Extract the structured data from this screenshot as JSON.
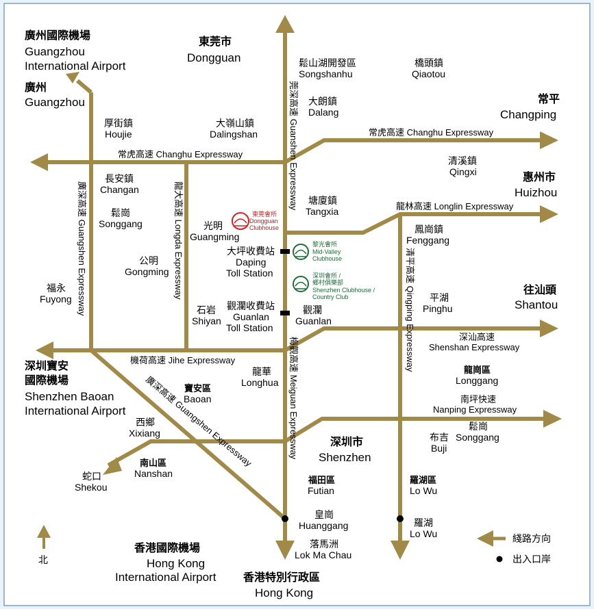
{
  "colors": {
    "road": "#a18a47",
    "background": "#ffffff",
    "frame": "#eaf3fb",
    "border": "#7fa0bd",
    "club_red": "#d42020",
    "club_green": "#1e6b3a"
  },
  "major_places": {
    "gz_airport": {
      "zh": "廣州國際機場",
      "en1": "Guangzhou",
      "en2": "International Airport"
    },
    "guangzhou": {
      "zh": "廣州",
      "en": "Guangzhou"
    },
    "dongguan": {
      "zh": "東莞市",
      "en": "Dongguan"
    },
    "changping": {
      "zh": "常平",
      "en": "Changping"
    },
    "huizhou": {
      "zh": "惠州市",
      "en": "Huizhou"
    },
    "shantou": {
      "zh": "往汕頭",
      "en": "Shantou"
    },
    "sz_airport": {
      "zh": "深圳寶安",
      "zh2": "國際機場",
      "en1": "Shenzhen Baoan",
      "en2": "International Airport"
    },
    "shenzhen": {
      "zh": "深圳市",
      "en": "Shenzhen"
    },
    "hk_airport": {
      "zh": "香港國際機場",
      "en1": "Hong Kong",
      "en2": "International Airport"
    },
    "hongkong": {
      "zh": "香港特別行政區",
      "en": "Hong Kong"
    }
  },
  "towns": {
    "songshanhu": {
      "zh": "鬆山湖開發區",
      "en": "Songshanhu"
    },
    "qiaotou": {
      "zh": "橋頭鎮",
      "en": "Qiaotou"
    },
    "dalang": {
      "zh": "大朗鎮",
      "en": "Dalang"
    },
    "houjie": {
      "zh": "厚街鎮",
      "en": "Houjie"
    },
    "dalingshan": {
      "zh": "大嶺山鎮",
      "en": "Dalingshan"
    },
    "qingxi": {
      "zh": "清溪鎮",
      "en": "Qingxi"
    },
    "changan": {
      "zh": "長安鎮",
      "en": "Changan"
    },
    "songgang": {
      "zh": "鬆崗",
      "en": "Songgang"
    },
    "tangxia": {
      "zh": "塘廈鎮",
      "en": "Tangxia"
    },
    "guangming": {
      "zh": "光明",
      "en": "Guangming"
    },
    "fenggang": {
      "zh": "鳳崗鎮",
      "en": "Fenggang"
    },
    "gongming": {
      "zh": "公明",
      "en": "Gongming"
    },
    "daping": {
      "zh": "大坪收費站",
      "en1": "Daping",
      "en2": "Toll Station"
    },
    "fuyong": {
      "zh": "福永",
      "en": "Fuyong"
    },
    "pinghu": {
      "zh": "平湖",
      "en": "Pinghu"
    },
    "shiyan": {
      "zh": "石岩",
      "en": "Shiyan"
    },
    "guanlan_toll": {
      "zh": "觀瀾收費站",
      "en1": "Guanlan",
      "en2": "Toll Station"
    },
    "guanlan": {
      "zh": "觀瀾",
      "en": "Guanlan"
    },
    "longhua": {
      "zh": "龍華",
      "en": "Longhua"
    },
    "baoan": {
      "zh": "寶安區",
      "en": "Baoan"
    },
    "longgang": {
      "zh": "龍崗區",
      "en": "Longgang"
    },
    "xixiang": {
      "zh": "西鄉",
      "en": "Xixiang"
    },
    "songgang2": {
      "zh": "鬆崗",
      "en": "Songgang"
    },
    "buji": {
      "zh": "布吉",
      "en": "Buji"
    },
    "nanshan": {
      "zh": "南山區",
      "en": "Nanshan"
    },
    "shekou": {
      "zh": "蛇口",
      "en": "Shekou"
    },
    "futian": {
      "zh": "福田區",
      "en": "Futian"
    },
    "luohu_district": {
      "zh": "羅湖區",
      "en": "Lo Wu"
    },
    "huanggang": {
      "zh": "皇崗",
      "en": "Huanggang"
    },
    "luohu": {
      "zh": "羅湖",
      "en": "Lo Wu"
    },
    "lokmachau": {
      "zh": "落馬洲",
      "en": "Lok Ma Chau"
    }
  },
  "roads": {
    "changhu_west": "常虎高速 Changhu Expressway",
    "changhu_east": "常虎高速 Changhu Expressway",
    "longlin": "龍林高速 Longlin Expressway",
    "shenshan_zh": "深汕高速",
    "shenshan_en": "Shenshan Expressway",
    "jihe": "機荷高速 Jihe Expressway",
    "nanping_zh": "南坪快速",
    "nanping_en": "Nanping Expressway",
    "guangshen_west": "廣深高速 Guangshen Expressway",
    "longda": "龍大高速 Longda Expressway",
    "guanshen": "莞深高速 Guanshen Expressway",
    "meiguan": "梅觀高速 Meiguan Expressway",
    "qingping": "清平高速 Qingping Expressway",
    "guangshen_diag": "廣深高速 Guangshen Expressway"
  },
  "clubs": {
    "dongguan": {
      "zh": "東莞會所",
      "en1": "Dongguan",
      "en2": "Clubhouse"
    },
    "midvalley": {
      "zh": "黎光會所",
      "en1": "Mid-Valley",
      "en2": "Clubhouse"
    },
    "shenzhen": {
      "zh": "深圳會所 /",
      "zh2": "鄉村俱樂部",
      "en1": "Shenzhen Clubhouse /",
      "en2": "Country Club"
    }
  },
  "legend": {
    "direction": "綫路方向",
    "port": "出入口岸",
    "north": "北"
  }
}
